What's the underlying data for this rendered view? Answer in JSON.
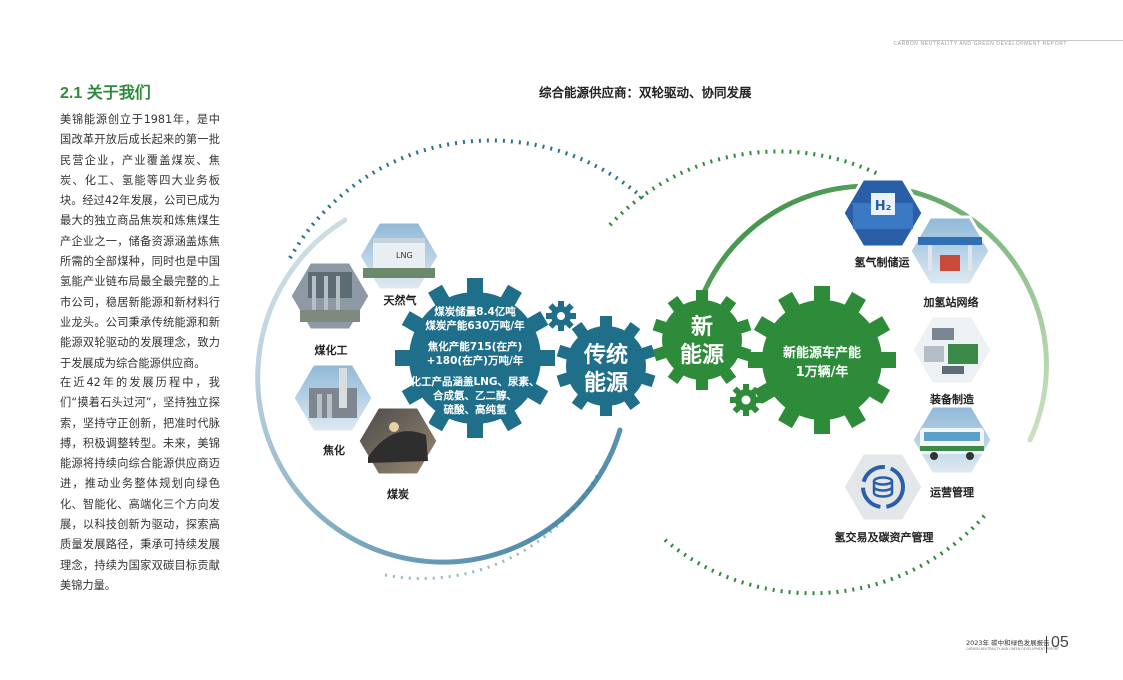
{
  "header": {
    "report_tag": "CARBON NEUTRALITY AND GREEN DEVELOPMENT REPORT"
  },
  "section": {
    "title": "2.1 关于我们",
    "paragraph1": "美锦能源创立于1981年，是中国改革开放后成长起来的第一批民营企业，产业覆盖煤炭、焦炭、化工、氢能等四大业务板块。经过42年发展，公司已成为最大的独立商品焦炭和炼焦煤生产企业之一，储备资源涵盖炼焦所需的全部煤种，同时也是中国氢能产业链布局最全最完整的上市公司，稳居新能源和新材料行业龙头。公司秉承传统能源和新能源双轮驱动的发展理念，致力于发展成为综合能源供应商。",
    "paragraph2": "在近42年的发展历程中，我们“摸着石头过河”，坚持独立探索，坚持守正创新，把准时代脉搏，积极调整转型。未来，美锦能源将持续向综合能源供应商迈进，推动业务整体规划向绿色化、智能化、高端化三个方向发展，以科技创新为驱动，探索高质量发展路径，秉承可持续发展理念，持续为国家双碳目标贡献美锦力量。"
  },
  "diagram": {
    "title": "综合能源供应商：双轮驱动、协同发展",
    "traditional": {
      "center": [
        "传统",
        "能源"
      ],
      "gear_text": [
        "煤炭储量8.4亿吨",
        "煤炭产能630万吨/年",
        "焦化产能715(在产)",
        "+180(在产)万吨/年",
        "化工产品涵盖LNG、尿素、",
        "合成氨、乙二醇、",
        "硫酸、高纯氢"
      ],
      "items": {
        "natural_gas": "天然气",
        "coal_chemical": "煤化工",
        "coking": "焦化",
        "coal": "煤炭",
        "lng_tank_label": "LNG"
      }
    },
    "new_energy": {
      "center": [
        "新",
        "能源"
      ],
      "gear_text": [
        "新能源车产能",
        "1万辆/年"
      ],
      "items": {
        "hydrogen_storage": "氢气制储运",
        "station_network": "加氢站网络",
        "equipment": "装备制造",
        "operations": "运营管理",
        "carbon_trading": "氢交易及碳资产管理",
        "h2_label": "H₂"
      }
    },
    "colors": {
      "traditional": "#1f6f8b",
      "new_energy": "#2e8b3a"
    }
  },
  "footer": {
    "report_cn": "2023年 碳中和绿色发展报告",
    "report_en": "CARBON NEUTRALITY AND GREEN DEVELOPMENT REPORT",
    "page": "05"
  }
}
